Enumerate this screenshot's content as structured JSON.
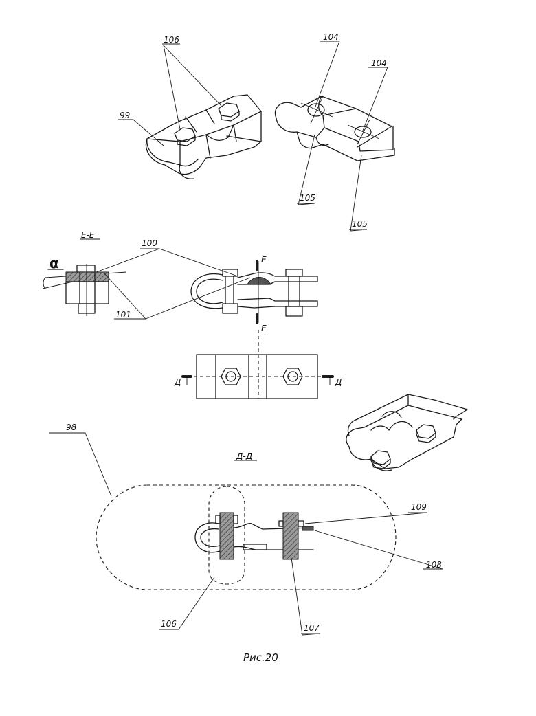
{
  "figure": {
    "caption": "Рис.20",
    "section_labels": {
      "e": "E-E",
      "d": "Д-Д"
    },
    "angle_symbol": "α",
    "cut_markers": {
      "e_top": "E",
      "e_bottom": "E",
      "d_left": "Д",
      "d_right": "Д"
    },
    "callouts": {
      "n106_top": "106",
      "n99": "99",
      "n104_a": "104",
      "n104_b": "104",
      "n105_a": "105",
      "n105_b": "105",
      "n100": "100",
      "n101": "101",
      "n98": "98",
      "n109": "109",
      "n108": "108",
      "n106_bottom": "106",
      "n107": "107"
    }
  }
}
